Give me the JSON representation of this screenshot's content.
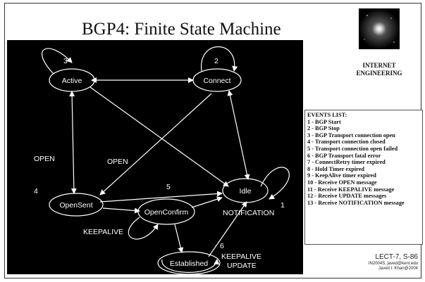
{
  "slide": {
    "title": "BGP4: Finite State Machine",
    "logo_caption_line1": "INTERNET",
    "logo_caption_line2": "ENGINEERING",
    "footer_line1": "LECT-7, S-86",
    "footer_line2": "IN2004S, javed@kent.edu",
    "footer_line3": "Javed I. Khan@2004"
  },
  "diagram": {
    "states": {
      "active": "Active",
      "connect": "Connect",
      "idle": "Idle",
      "opensent": "OpenSent",
      "openconfirm": "OpenConfirm",
      "established": "Established"
    },
    "labels": {
      "open_left": "OPEN",
      "open_mid": "OPEN",
      "notification": "NOTIFICATION",
      "keepalive": "KEEPALIVE",
      "keepalive_update_1": "KEEPALIVE",
      "keepalive_update_2": "UPDATE"
    },
    "numbers": {
      "active": "3",
      "connect": "2",
      "opensent": "4",
      "mid": "5",
      "idle": "1",
      "established": "6"
    }
  },
  "events": {
    "heading": "EVENTS  LIST:",
    "items": [
      "1 - BGP Start",
      "2 - BGP Stop",
      "3 - BGP Transport connection open",
      "4 - Transport connection closed",
      "5 - Transport connection open failed",
      "6 - BGP Transport fatal error",
      "7 - ConnectRetry timer expired",
      "8 - Hold Timer expired",
      "9 - KeepAlive timer expired",
      "10 - Receive OPEN message",
      "11 - Receive KEEPALIVE message",
      "12 - Receive UPDATE messages",
      "13 - Receive NOTIFICATION message"
    ]
  }
}
